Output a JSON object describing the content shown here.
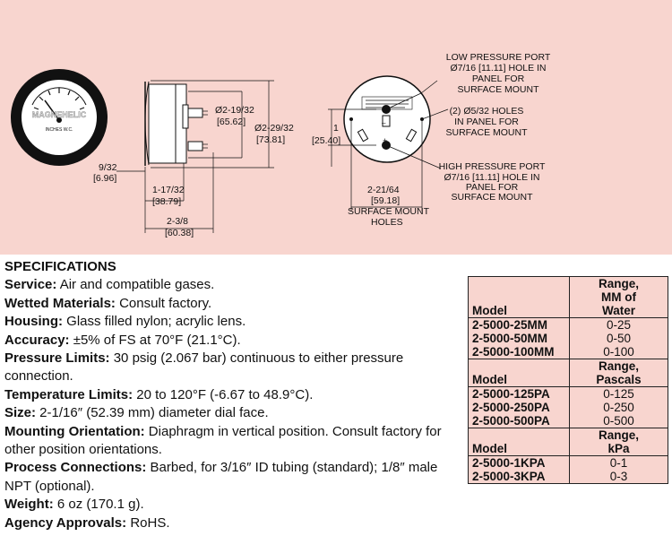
{
  "drawing": {
    "front_logo": "MAGNEHELIC",
    "front_dial_text": "INCHES W.C.",
    "dims": {
      "d1_a": "Ø2-19/32",
      "d1_b": "[65.62]",
      "d2_a": "Ø2-29/32",
      "d2_b": "[73.81]",
      "d3_a": "9/32",
      "d3_b": "[6.96]",
      "d4_a": "1-17/32",
      "d4_b": "[38.79]",
      "d5_a": "2-3/8",
      "d5_b": "[60.38]",
      "d6_a": "1",
      "d6_b": "[25.40]",
      "d7_a": "2-21/64",
      "d7_b": "[59.18]",
      "d7_c": "SURFACE MOUNT",
      "d7_d": "HOLES"
    },
    "callouts": {
      "low": [
        "LOW PRESSURE PORT",
        "Ø7/16 [11.11] HOLE IN",
        "PANEL FOR",
        "SURFACE MOUNT"
      ],
      "holes": [
        "(2) Ø5/32 HOLES",
        "IN PANEL FOR",
        "SURFACE MOUNT"
      ],
      "high": [
        "HIGH PRESSURE PORT",
        "Ø7/16 [11.11] HOLE IN",
        "PANEL FOR",
        "SURFACE MOUNT"
      ]
    }
  },
  "specs": {
    "title": "SPECIFICATIONS",
    "rows": [
      {
        "label": "Service:",
        "text": " Air and compatible gases."
      },
      {
        "label": "Wetted Materials:",
        "text": " Consult factory."
      },
      {
        "label": "Housing:",
        "text": " Glass filled nylon; acrylic lens."
      },
      {
        "label": "Accuracy:",
        "text": " ±5% of FS at 70°F (21.1°C)."
      },
      {
        "label": "Pressure Limits:",
        "text": " 30 psig (2.067 bar) continuous to either pressure connection."
      },
      {
        "label": "Temperature Limits:",
        "text": " 20 to 120°F (-6.67 to 48.9°C)."
      },
      {
        "label": "Size:",
        "text": " 2-1/16″ (52.39 mm) diameter dial face."
      },
      {
        "label": "Mounting Orientation:",
        "text": " Diaphragm in vertical position. Consult factory for other position orientations."
      },
      {
        "label": "Process Connections:",
        "text": " Barbed, for 3/16″ ID tubing (standard); 1/8″ male NPT (optional)."
      },
      {
        "label": "Weight:",
        "text": " 6 oz (170.1 g)."
      },
      {
        "label": "Agency Approvals:",
        "text": " RoHS."
      }
    ]
  },
  "table": {
    "groups": [
      {
        "model_header": "Model",
        "range_header": [
          "Range,",
          "MM of",
          "Water"
        ],
        "rows": [
          {
            "model": "2-5000-25MM",
            "range": "0-25"
          },
          {
            "model": "2-5000-50MM",
            "range": "0-50"
          },
          {
            "model": "2-5000-100MM",
            "range": "0-100"
          }
        ]
      },
      {
        "model_header": "Model",
        "range_header": [
          "Range,",
          "Pascals"
        ],
        "rows": [
          {
            "model": "2-5000-125PA",
            "range": "0-125"
          },
          {
            "model": "2-5000-250PA",
            "range": "0-250"
          },
          {
            "model": "2-5000-500PA",
            "range": "0-500"
          }
        ]
      },
      {
        "model_header": "Model",
        "range_header": [
          "Range,",
          "kPa"
        ],
        "rows": [
          {
            "model": "2-5000-1KPA",
            "range": "0-1"
          },
          {
            "model": "2-5000-3KPA",
            "range": "0-3"
          }
        ]
      }
    ]
  }
}
